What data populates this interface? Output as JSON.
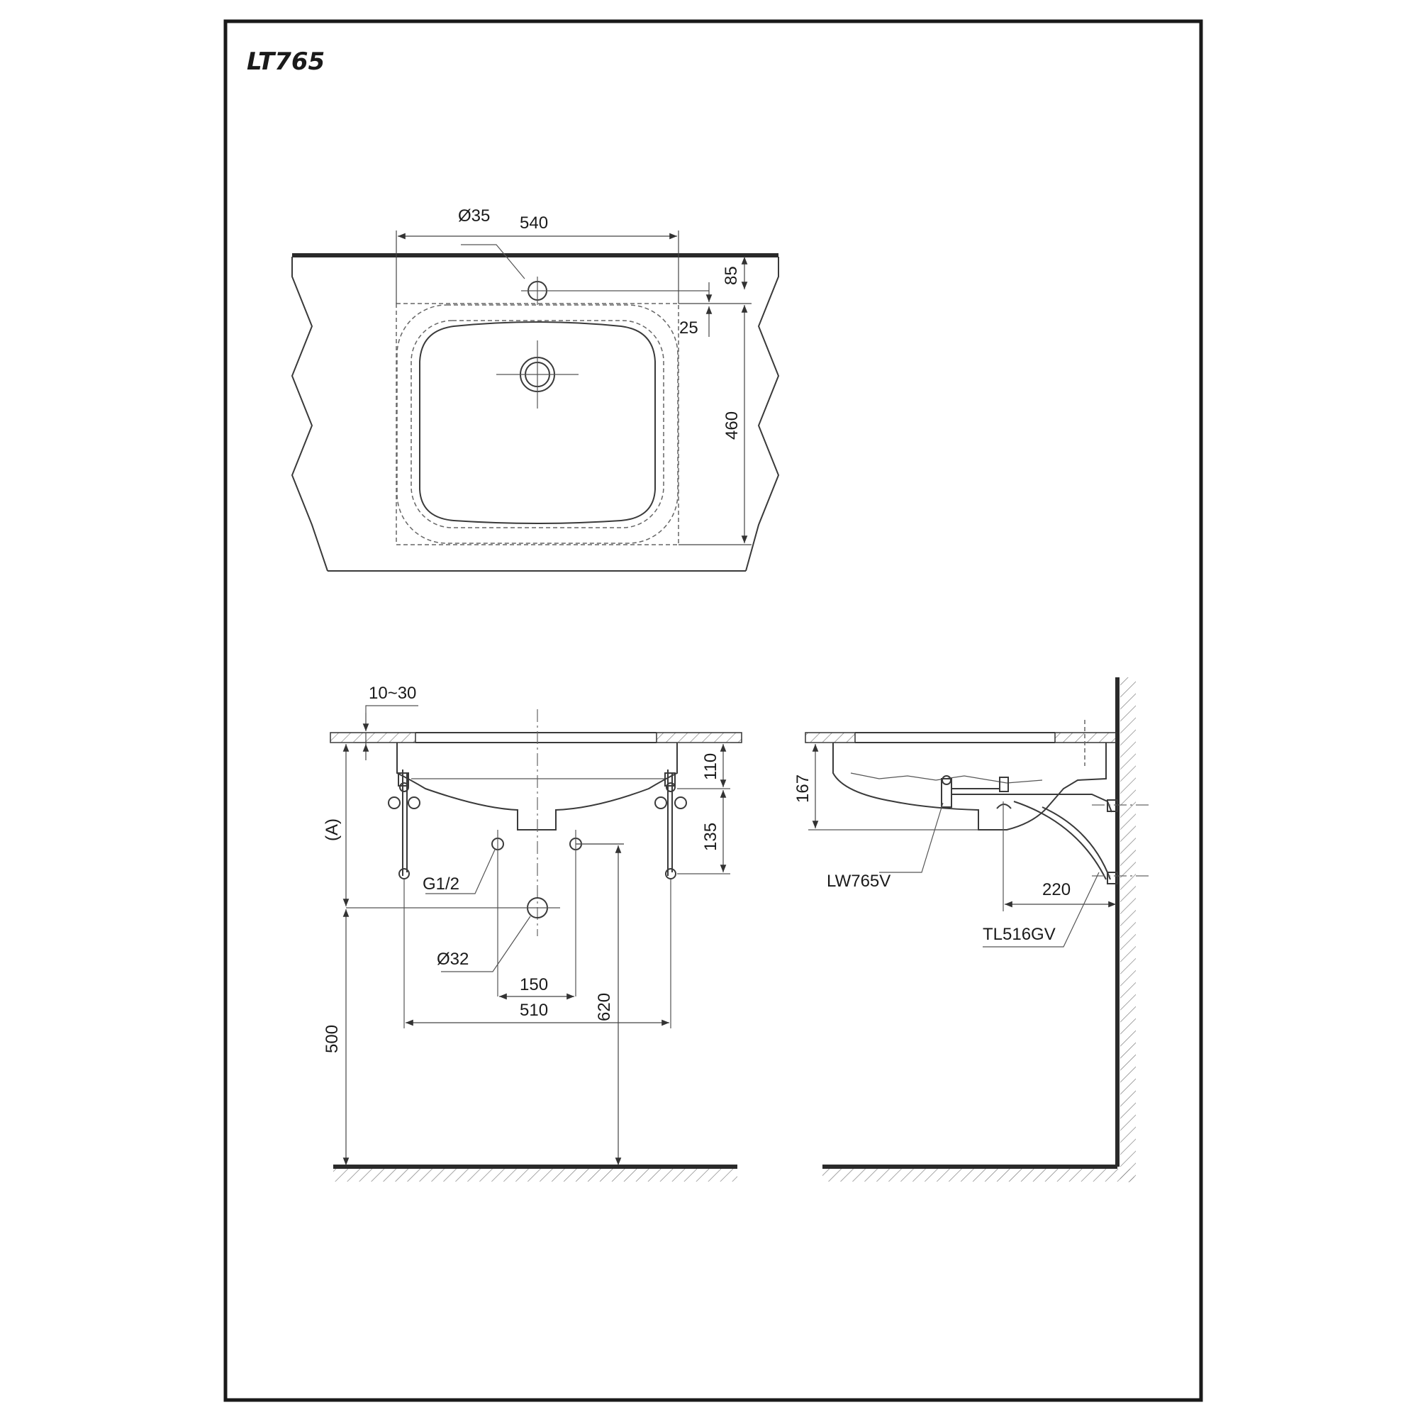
{
  "title": "LT765",
  "top_view": {
    "dim_tap_hole": "Ø35",
    "dim_width": "540",
    "dim_hole_offset": "85",
    "dim_rim": "25",
    "dim_depth": "460"
  },
  "front_view": {
    "dim_counter_thickness": "10~30",
    "dim_bowl_depth": "110",
    "dim_bracket": "135",
    "label_a": "(A)",
    "label_supply": "G1/2",
    "label_waste": "Ø32",
    "dim_supply_spacing": "150",
    "dim_bracket_spacing": "510",
    "dim_supply_height": "620",
    "dim_waste_height": "500"
  },
  "side_view": {
    "dim_height": "167",
    "label_waste_fitting": "LW765V",
    "dim_trap_projection": "220",
    "label_trap": "TL516GV"
  }
}
